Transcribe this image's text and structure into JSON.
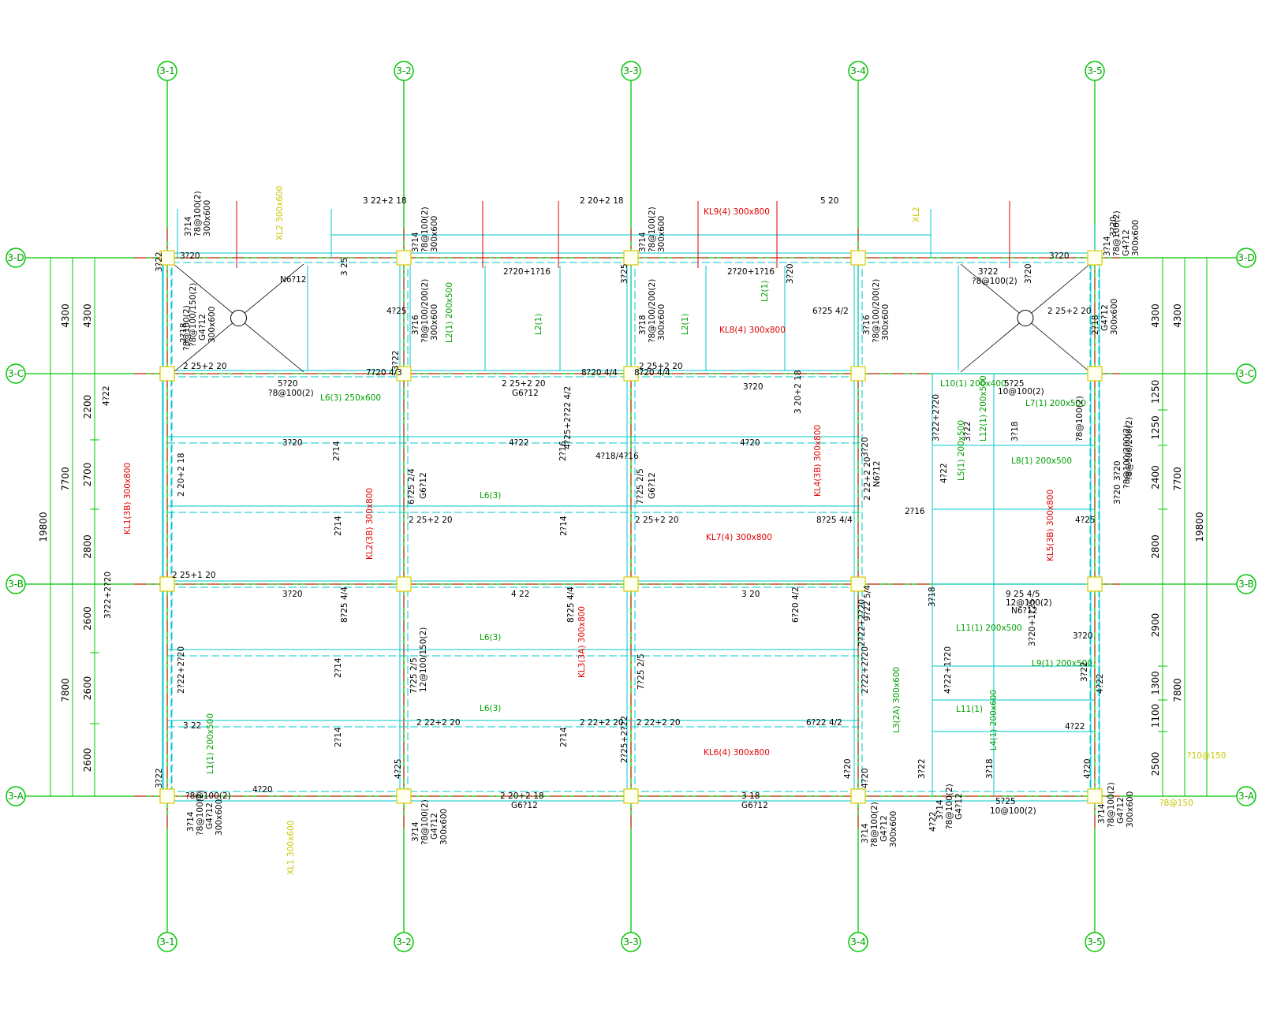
{
  "grid_axes": {
    "columns": [
      "3-1",
      "3-2",
      "3-3",
      "3-4",
      "3-5"
    ],
    "rows": [
      "3-D",
      "3-C",
      "3-B",
      "3-A"
    ]
  },
  "dimensions": {
    "left_outer_total": "19800",
    "left_inner": [
      "7700",
      "7800"
    ],
    "left_outer_top": "4300",
    "left_col": [
      "4300",
      "2200",
      "2700",
      "2800",
      "2600",
      "2600",
      "2600"
    ],
    "right_outer_total": "19800",
    "right_outer_top": "4300",
    "right_inner": [
      "7700",
      "7800"
    ],
    "right_col": [
      "4300",
      "1250",
      "1250",
      "2400",
      "2800",
      "2900",
      "1300",
      "1100",
      "2500"
    ]
  },
  "labels": [
    {
      "id": "t1",
      "text": "3 22+2 18",
      "color": "blk"
    },
    {
      "id": "t2",
      "text": "2 20+2 18",
      "color": "blk"
    },
    {
      "id": "t3",
      "text": "5 20",
      "color": "blk"
    },
    {
      "id": "t4",
      "text": "KL9(4) 300x800",
      "color": "red"
    },
    {
      "id": "t5",
      "text": "3?14",
      "color": "blk"
    },
    {
      "id": "t6",
      "text": "?8@100(2)",
      "color": "blk"
    },
    {
      "id": "t7",
      "text": "300x600",
      "color": "blk"
    },
    {
      "id": "t8",
      "text": "3?20",
      "color": "blk"
    },
    {
      "id": "t9",
      "text": "3?22",
      "color": "blk"
    },
    {
      "id": "t10",
      "text": "N6?12",
      "color": "blk"
    },
    {
      "id": "t11",
      "text": "3 25",
      "color": "blk"
    },
    {
      "id": "t12",
      "text": "4?25",
      "color": "blk"
    },
    {
      "id": "t13",
      "text": "2?20+1?16",
      "color": "blk"
    },
    {
      "id": "t14",
      "text": "3?25",
      "color": "blk"
    },
    {
      "id": "t15",
      "text": "2?20+1?16",
      "color": "blk"
    },
    {
      "id": "t16",
      "text": "3?20",
      "color": "blk"
    },
    {
      "id": "t17",
      "text": "6?25 4/2",
      "color": "blk"
    },
    {
      "id": "t18",
      "text": "3?22",
      "color": "blk"
    },
    {
      "id": "t19",
      "text": "?8@100(2)",
      "color": "blk"
    },
    {
      "id": "t20",
      "text": "3?20",
      "color": "blk"
    },
    {
      "id": "t21",
      "text": "2 25+2 20",
      "color": "blk"
    },
    {
      "id": "t22",
      "text": "KL8(4) 300x800",
      "color": "red"
    },
    {
      "id": "t23",
      "text": "L2(1)",
      "color": "grn"
    },
    {
      "id": "t24",
      "text": "L2(1)",
      "color": "grn"
    },
    {
      "id": "t25",
      "text": "L2(1)",
      "color": "grn"
    },
    {
      "id": "t26",
      "text": "2 25+2 20",
      "color": "blk"
    },
    {
      "id": "t27",
      "text": "7?20 4/3",
      "color": "blk"
    },
    {
      "id": "t28",
      "text": "8?20 4/4",
      "color": "blk"
    },
    {
      "id": "t29",
      "text": "8?20 4/4",
      "color": "blk"
    },
    {
      "id": "t30",
      "text": "2 25+2 20",
      "color": "blk"
    },
    {
      "id": "t31",
      "text": "5?20",
      "color": "blk"
    },
    {
      "id": "t32",
      "text": "?8@100(2)",
      "color": "blk"
    },
    {
      "id": "t33",
      "text": "L6(3) 250x600",
      "color": "grn"
    },
    {
      "id": "t34",
      "text": "2 25+2 20",
      "color": "blk"
    },
    {
      "id": "t35",
      "text": "G6?12",
      "color": "blk"
    },
    {
      "id": "t36",
      "text": "3?20",
      "color": "blk"
    },
    {
      "id": "t37",
      "text": "3 20+2 18",
      "color": "blk"
    },
    {
      "id": "t38",
      "text": "L10(1) 200x400",
      "color": "grn"
    },
    {
      "id": "t39",
      "text": "5?25",
      "color": "blk"
    },
    {
      "id": "t40",
      "text": "10@100(2)",
      "color": "blk"
    },
    {
      "id": "t41",
      "text": "L12(1) 200x500",
      "color": "grn"
    },
    {
      "id": "t42",
      "text": "L7(1) 200x500",
      "color": "grn"
    },
    {
      "id": "t43",
      "text": "4?22",
      "color": "blk"
    },
    {
      "id": "t44",
      "text": "3?20",
      "color": "blk"
    },
    {
      "id": "t45",
      "text": "4?22",
      "color": "blk"
    },
    {
      "id": "t46",
      "text": "4?20",
      "color": "blk"
    },
    {
      "id": "t47",
      "text": "2?14",
      "color": "blk"
    },
    {
      "id": "t48",
      "text": "2?16",
      "color": "blk"
    },
    {
      "id": "t49",
      "text": "4?25+2?22 4/2",
      "color": "blk"
    },
    {
      "id": "t50",
      "text": "4?18/4?16",
      "color": "blk"
    },
    {
      "id": "t51",
      "text": "KL4(3B) 300x800",
      "color": "red"
    },
    {
      "id": "t52",
      "text": "2 22+2 20",
      "color": "blk"
    },
    {
      "id": "t53",
      "text": "N6?12",
      "color": "blk"
    },
    {
      "id": "t54",
      "text": "L5(1) 200x500",
      "color": "grn"
    },
    {
      "id": "t55",
      "text": "L8(1) 200x500",
      "color": "grn"
    },
    {
      "id": "t56",
      "text": "2 20+2 18",
      "color": "blk"
    },
    {
      "id": "t57",
      "text": "KL1(3B) 300x800",
      "color": "red"
    },
    {
      "id": "t58",
      "text": "6?25 2/4",
      "color": "blk"
    },
    {
      "id": "t59",
      "text": "G6?12",
      "color": "blk"
    },
    {
      "id": "t60",
      "text": "7?25 2/5",
      "color": "blk"
    },
    {
      "id": "t61",
      "text": "G6?12",
      "color": "blk"
    },
    {
      "id": "t62",
      "text": "L6(3)",
      "color": "grn"
    },
    {
      "id": "t63",
      "text": "2?16",
      "color": "blk"
    },
    {
      "id": "t64",
      "text": "4?22",
      "color": "blk"
    },
    {
      "id": "t65",
      "text": "KL2(3B) 300x800",
      "color": "red"
    },
    {
      "id": "t66",
      "text": "2 25+2 20",
      "color": "blk"
    },
    {
      "id": "t67",
      "text": "2?14",
      "color": "blk"
    },
    {
      "id": "t68",
      "text": "2 25+2 20",
      "color": "blk"
    },
    {
      "id": "t69",
      "text": "2?14",
      "color": "blk"
    },
    {
      "id": "t70",
      "text": "8?25 4/4",
      "color": "blk"
    },
    {
      "id": "t71",
      "text": "KL7(4) 300x800",
      "color": "red"
    },
    {
      "id": "t72",
      "text": "4?25",
      "color": "blk"
    },
    {
      "id": "t73",
      "text": "KL5(3B) 300x800",
      "color": "red"
    },
    {
      "id": "t74",
      "text": "3?20",
      "color": "blk"
    },
    {
      "id": "t75",
      "text": "?8@100/200(2)",
      "color": "blk"
    },
    {
      "id": "t76",
      "text": "2 25+1 20",
      "color": "blk"
    },
    {
      "id": "t77",
      "text": "3?20",
      "color": "blk"
    },
    {
      "id": "t78",
      "text": "4 22",
      "color": "blk"
    },
    {
      "id": "t79",
      "text": "3 20",
      "color": "blk"
    },
    {
      "id": "t80",
      "text": "9 25 4/5",
      "color": "blk"
    },
    {
      "id": "t81",
      "text": "12@100(2)",
      "color": "blk"
    },
    {
      "id": "t82",
      "text": "N6?12",
      "color": "blk"
    },
    {
      "id": "t83",
      "text": "3?20+1?25",
      "color": "blk"
    },
    {
      "id": "t84",
      "text": "3?18",
      "color": "blk"
    },
    {
      "id": "t85",
      "text": "3?22+2?20",
      "color": "blk"
    },
    {
      "id": "t86",
      "text": "8?25 4/4",
      "color": "blk"
    },
    {
      "id": "t87",
      "text": "8?25 4/4",
      "color": "blk"
    },
    {
      "id": "t88",
      "text": "6?20 4/2",
      "color": "blk"
    },
    {
      "id": "t89",
      "text": "9?22 5/4",
      "color": "blk"
    },
    {
      "id": "t90",
      "text": "L6(3)",
      "color": "grn"
    },
    {
      "id": "t91",
      "text": "L11(1) 200x500",
      "color": "grn"
    },
    {
      "id": "t92",
      "text": "3?20",
      "color": "blk"
    },
    {
      "id": "t93",
      "text": "L9(1) 200x500",
      "color": "grn"
    },
    {
      "id": "t94",
      "text": "4?22",
      "color": "blk"
    },
    {
      "id": "t95",
      "text": "2?22+2?20",
      "color": "blk"
    },
    {
      "id": "t96",
      "text": "2?14",
      "color": "blk"
    },
    {
      "id": "t97",
      "text": "7?25 2/5",
      "color": "blk"
    },
    {
      "id": "t98",
      "text": "12@100/150(2)",
      "color": "blk"
    },
    {
      "id": "t99",
      "text": "KL3(3A) 300x800",
      "color": "red"
    },
    {
      "id": "t100",
      "text": "7?25 2/5",
      "color": "blk"
    },
    {
      "id": "t101",
      "text": "2?22+2?20",
      "color": "blk"
    },
    {
      "id": "t102",
      "text": "L3(2A) 300x600",
      "color": "grn"
    },
    {
      "id": "t103",
      "text": "4?22+1?20",
      "color": "blk"
    },
    {
      "id": "t104",
      "text": "L11(1)",
      "color": "grn"
    },
    {
      "id": "t105",
      "text": "L6(3)",
      "color": "grn"
    },
    {
      "id": "t106",
      "text": "3 22",
      "color": "blk"
    },
    {
      "id": "t107",
      "text": "2 22+2 20",
      "color": "blk"
    },
    {
      "id": "t108",
      "text": "2 22+2 20",
      "color": "blk"
    },
    {
      "id": "t109",
      "text": "2 22+2 20",
      "color": "blk"
    },
    {
      "id": "t110",
      "text": "6?22 4/2",
      "color": "blk"
    },
    {
      "id": "t111",
      "text": "L4(1) 200x600",
      "color": "grn"
    },
    {
      "id": "t112",
      "text": "4?22",
      "color": "blk"
    },
    {
      "id": "t113",
      "text": "L1(1) 200x500",
      "color": "grn"
    },
    {
      "id": "t114",
      "text": "2?14",
      "color": "blk"
    },
    {
      "id": "t115",
      "text": "4?25",
      "color": "blk"
    },
    {
      "id": "t116",
      "text": "2?14",
      "color": "blk"
    },
    {
      "id": "t117",
      "text": "2?25+2?22",
      "color": "blk"
    },
    {
      "id": "t118",
      "text": "KL6(4) 300x800",
      "color": "red"
    },
    {
      "id": "t119",
      "text": "4?20",
      "color": "blk"
    },
    {
      "id": "t120",
      "text": "3?22",
      "color": "blk"
    },
    {
      "id": "t121",
      "text": "3?18",
      "color": "blk"
    },
    {
      "id": "t122",
      "text": "4?20",
      "color": "blk"
    },
    {
      "id": "t123",
      "text": "?8@100(2)",
      "color": "blk"
    },
    {
      "id": "t124",
      "text": "4?20",
      "color": "blk"
    },
    {
      "id": "t125",
      "text": "2 20+2 18",
      "color": "blk"
    },
    {
      "id": "t126",
      "text": "G6?12",
      "color": "blk"
    },
    {
      "id": "t127",
      "text": "3 18",
      "color": "blk"
    },
    {
      "id": "t128",
      "text": "G6?12",
      "color": "blk"
    },
    {
      "id": "t129",
      "text": "5?25",
      "color": "blk"
    },
    {
      "id": "t130",
      "text": "10@100(2)",
      "color": "blk"
    },
    {
      "id": "t131",
      "text": "XL1 300x600",
      "color": "yel"
    },
    {
      "id": "t132",
      "text": "XL2 300x600",
      "color": "yel"
    },
    {
      "id": "t133",
      "text": "XL2",
      "color": "yel"
    },
    {
      "id": "t134",
      "text": "?10@150",
      "color": "yel"
    },
    {
      "id": "t135",
      "text": "?8@150",
      "color": "yel"
    },
    {
      "id": "t136",
      "text": "3?22",
      "color": "blk"
    },
    {
      "id": "t137",
      "text": "3?20",
      "color": "blk"
    },
    {
      "id": "t138",
      "text": "3?20",
      "color": "blk"
    },
    {
      "id": "t139",
      "text": "3?22",
      "color": "blk"
    },
    {
      "id": "t140",
      "text": "?8@100(2)",
      "color": "blk"
    },
    {
      "id": "t141",
      "text": "3?20",
      "color": "blk"
    },
    {
      "id": "t142",
      "text": "2?18",
      "color": "blk"
    },
    {
      "id": "t143",
      "text": "?8@100/150(2)",
      "color": "blk"
    },
    {
      "id": "t144",
      "text": "G4?12",
      "color": "blk"
    },
    {
      "id": "t145",
      "text": "300x600",
      "color": "blk"
    },
    {
      "id": "t146",
      "text": "3?16",
      "color": "blk"
    },
    {
      "id": "t147",
      "text": "?8@100/200(2)",
      "color": "blk"
    },
    {
      "id": "t148",
      "text": "300x600",
      "color": "blk"
    },
    {
      "id": "t149",
      "text": "L2(1) 200x500",
      "color": "grn"
    },
    {
      "id": "t150",
      "text": "3?18",
      "color": "blk"
    },
    {
      "id": "t151",
      "text": "?8@100/200(2)",
      "color": "blk"
    },
    {
      "id": "t152",
      "text": "300x600",
      "color": "blk"
    },
    {
      "id": "t153",
      "text": "3?16",
      "color": "blk"
    },
    {
      "id": "t154",
      "text": "?8@100/200(2)",
      "color": "blk"
    },
    {
      "id": "t155",
      "text": "300x600",
      "color": "blk"
    },
    {
      "id": "t156",
      "text": "2?18",
      "color": "blk"
    },
    {
      "id": "t157",
      "text": "G4?12",
      "color": "blk"
    },
    {
      "id": "t158",
      "text": "300x600",
      "color": "blk"
    },
    {
      "id": "t159",
      "text": "3?14",
      "color": "blk"
    },
    {
      "id": "t160",
      "text": "?8@100(2)",
      "color": "blk"
    },
    {
      "id": "t161",
      "text": "300x600",
      "color": "blk"
    },
    {
      "id": "t162",
      "text": "3?14",
      "color": "blk"
    },
    {
      "id": "t163",
      "text": "?8@100(2)",
      "color": "blk"
    },
    {
      "id": "t164",
      "text": "300x600",
      "color": "blk"
    },
    {
      "id": "t165",
      "text": "3?14",
      "color": "blk"
    },
    {
      "id": "t166",
      "text": "?8@100(2)",
      "color": "blk"
    },
    {
      "id": "t167",
      "text": "G4?12",
      "color": "blk"
    },
    {
      "id": "t168",
      "text": "300x600",
      "color": "blk"
    },
    {
      "id": "t169",
      "text": "3?14",
      "color": "blk"
    },
    {
      "id": "t170",
      "text": "?8@100(2)",
      "color": "blk"
    },
    {
      "id": "t171",
      "text": "G4?12",
      "color": "blk"
    },
    {
      "id": "t172",
      "text": "300x600",
      "color": "blk"
    },
    {
      "id": "t173",
      "text": "3?14",
      "color": "blk"
    },
    {
      "id": "t174",
      "text": "?8@100(2)",
      "color": "blk"
    },
    {
      "id": "t175",
      "text": "G4?12",
      "color": "blk"
    },
    {
      "id": "t176",
      "text": "300x600",
      "color": "blk"
    },
    {
      "id": "t177",
      "text": "3?14",
      "color": "blk"
    },
    {
      "id": "t178",
      "text": "?8@100(2)",
      "color": "blk"
    },
    {
      "id": "t179",
      "text": "G4?12",
      "color": "blk"
    },
    {
      "id": "t180",
      "text": "300x600",
      "color": "blk"
    },
    {
      "id": "t181",
      "text": "3?14",
      "color": "blk"
    },
    {
      "id": "t182",
      "text": "?8@100(2)",
      "color": "blk"
    },
    {
      "id": "t183",
      "text": "G4?12",
      "color": "blk"
    },
    {
      "id": "t184",
      "text": "300x600",
      "color": "blk"
    },
    {
      "id": "t185",
      "text": "2?22+2?20",
      "color": "blk"
    },
    {
      "id": "t186",
      "text": "?8@100(2)",
      "color": "blk"
    },
    {
      "id": "t187",
      "text": "3?22+2?20",
      "color": "blk"
    },
    {
      "id": "t188",
      "text": "3?22",
      "color": "blk"
    },
    {
      "id": "t189",
      "text": "3?22",
      "color": "blk"
    },
    {
      "id": "t190",
      "text": "3?18",
      "color": "blk"
    },
    {
      "id": "t191",
      "text": "4?20",
      "color": "blk"
    },
    {
      "id": "t192",
      "text": "4?22",
      "color": "blk"
    },
    {
      "id": "t193",
      "text": "3?14",
      "color": "blk"
    },
    {
      "id": "t194",
      "text": "?8@100(2)",
      "color": "blk"
    },
    {
      "id": "t195",
      "text": "G4?12",
      "color": "blk"
    },
    {
      "id": "t196",
      "text": "3?20",
      "color": "blk"
    },
    {
      "id": "t197",
      "text": "?8@100/200(2)",
      "color": "blk"
    }
  ],
  "colors": {
    "grid": "#00c800",
    "beam": "#00c8c8",
    "column": "#e0c800",
    "red_text": "#e00000",
    "yellow_text": "#c8c800",
    "green_text": "#00a000"
  }
}
